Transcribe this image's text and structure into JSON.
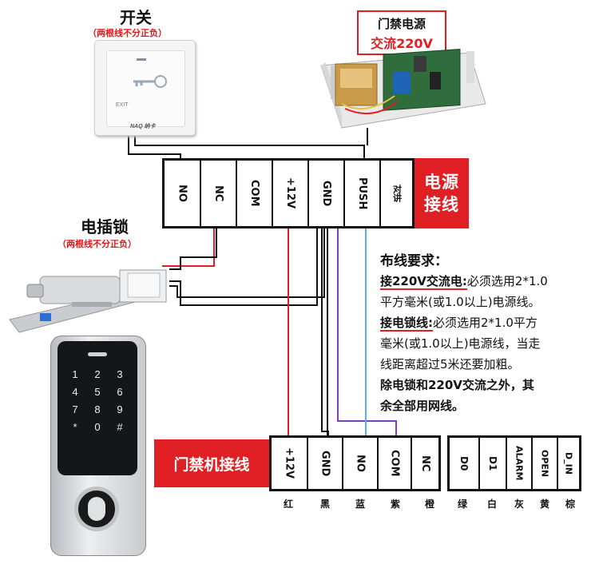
{
  "switch": {
    "title": "开关",
    "note": "（两根线不分正负）",
    "plate_text": "EXIT",
    "brand": "NAQ 纳卡"
  },
  "power_supply": {
    "title": "门禁电源",
    "subtitle": "交流220V"
  },
  "power_terminal": {
    "label": "电源接线",
    "pins": [
      "NO",
      "NC",
      "COM",
      "+12V",
      "GND",
      "PUSH",
      "对讲"
    ]
  },
  "lock": {
    "title": "电插锁",
    "note": "（两根线不分正负）"
  },
  "requirements": {
    "heading": "布线要求：",
    "l1_strong": "接220V交流电:",
    "l1_rest": "必须选用2*1.0",
    "l2": "平方毫米(或1.0以上)电源线。",
    "l3_strong": "接电锁线:",
    "l3_rest": "必须选用2*1.0平方",
    "l4": "毫米(或1.0以上)电源线，当走",
    "l5": "线距离超过5米还要加粗。",
    "l6": "除电锁和220V交流之外，其",
    "l7": "余全部用网线。"
  },
  "keypad": {
    "keys": [
      "1",
      "2",
      "3",
      "4",
      "5",
      "6",
      "7",
      "8",
      "9",
      "*",
      "0",
      "#"
    ]
  },
  "controller_terminal": {
    "label": "门禁机接线",
    "group1": [
      "+12V",
      "GND",
      "NO",
      "COM",
      "NC"
    ],
    "group2": [
      "D0",
      "D1",
      "ALARM",
      "OPEN",
      "D_IN"
    ],
    "wire_colors_1": [
      "红",
      "黑",
      "蓝",
      "紫",
      "橙"
    ],
    "wire_colors_2": [
      "绿",
      "白",
      "灰",
      "黄",
      "棕"
    ]
  },
  "colors": {
    "red": "#e01f25",
    "black": "#111111",
    "blue": "#55b4e8",
    "purple": "#7b3fb8"
  }
}
